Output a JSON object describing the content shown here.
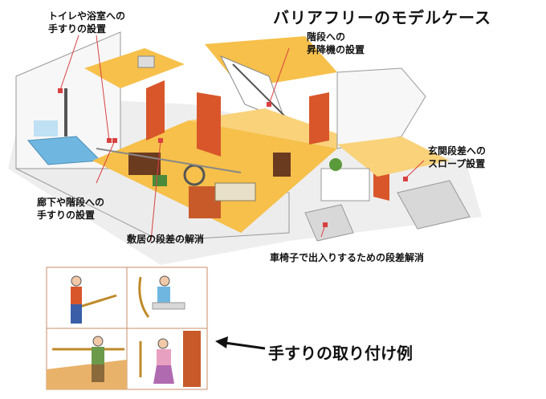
{
  "title": "バリアフリーのモデルケース",
  "labels": {
    "toilet_bath": [
      "トイレや浴室への",
      "手すりの設置"
    ],
    "stair_lift": [
      "階段への",
      "昇降機の設置"
    ],
    "entrance_slope": [
      "玄関段差への",
      "スロープ設置"
    ],
    "hall_stairs": [
      "廊下や階段への",
      "手すりの設置"
    ],
    "threshold": "敷居の段差の解消",
    "wheelchair_access": "車椅子で出入りするための段差解消"
  },
  "examples_caption": "手すりの取り付け例",
  "colors": {
    "floor": "#f6c04a",
    "door": "#d9562b",
    "wall": "#f4f4f4",
    "leader_line": "#d94040",
    "bath": "#6fb7e0",
    "panel_border": "#c98c6a"
  }
}
